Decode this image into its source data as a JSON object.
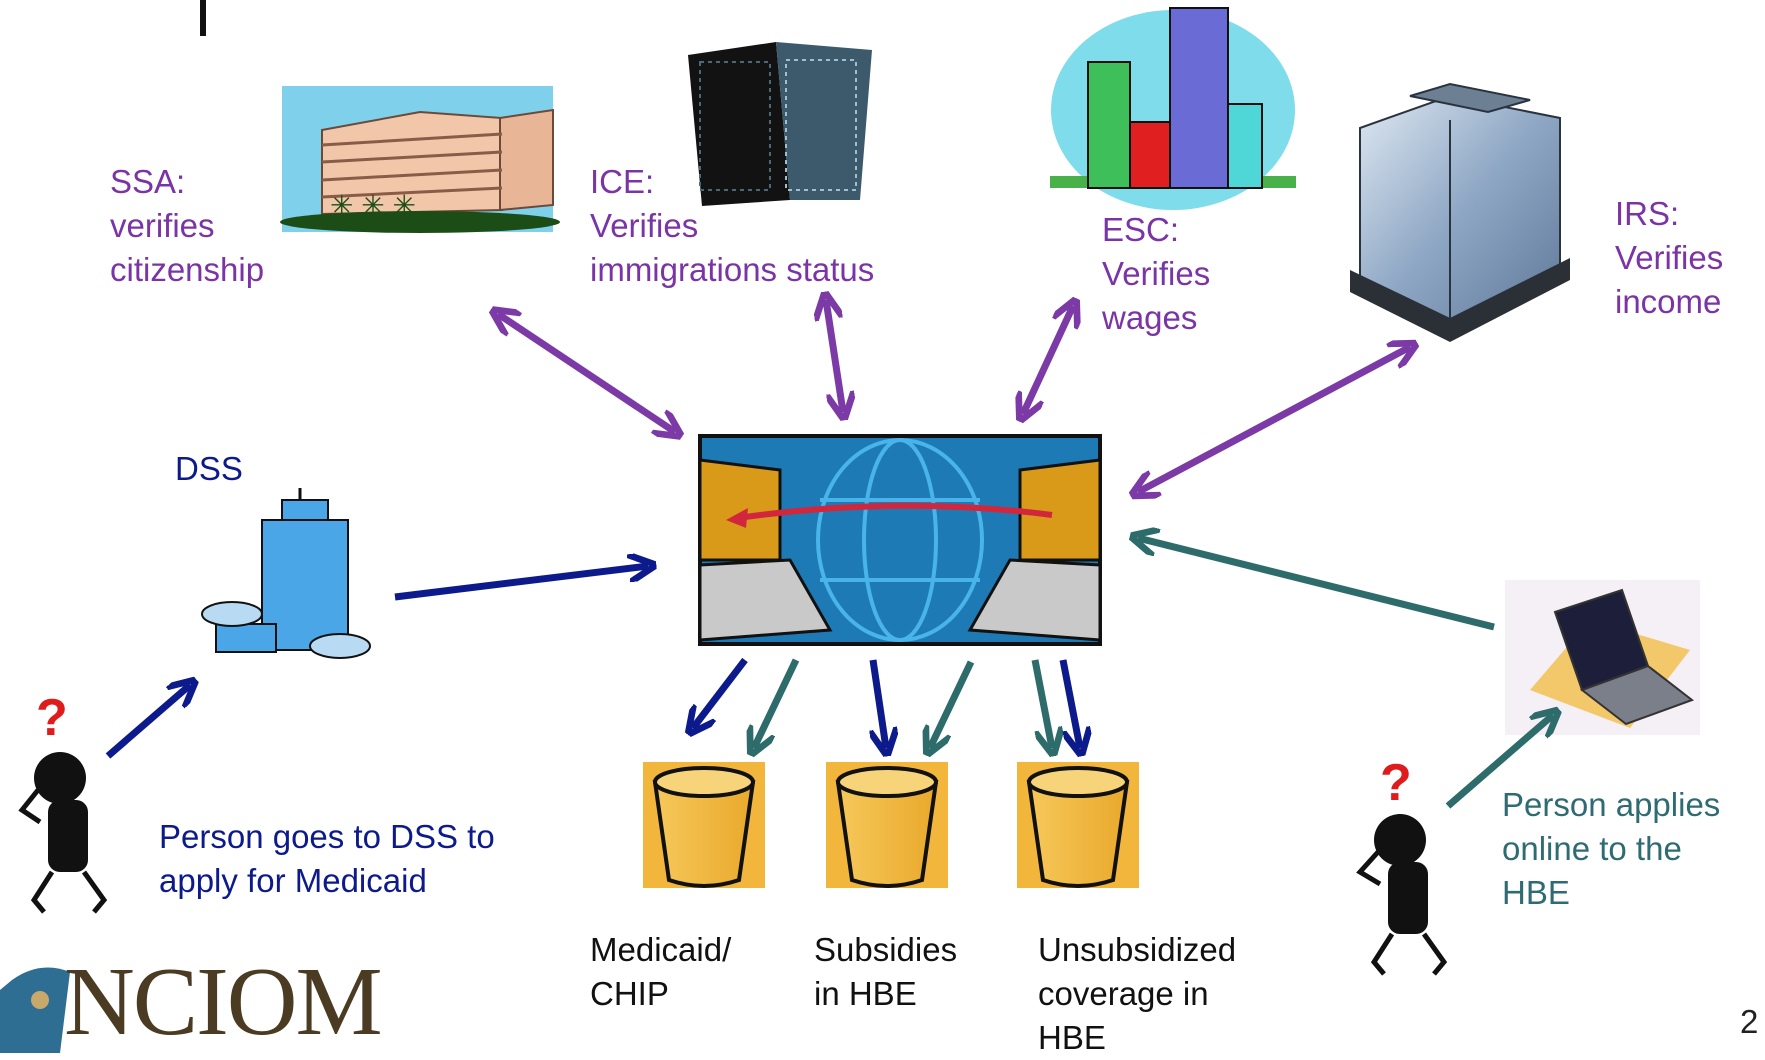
{
  "agencies": {
    "ssa": {
      "label": "SSA:\nverifies\ncitizenship"
    },
    "ice": {
      "label": "ICE:\nVerifies\nimmigrations status"
    },
    "esc": {
      "label": "ESC:\nVerifies\nwages"
    },
    "irs": {
      "label": "IRS:\nVerifies\nincome"
    },
    "dss": {
      "label": "DSS"
    }
  },
  "people": {
    "dss_applicant": {
      "label": "Person goes to DSS to\napply for Medicaid"
    },
    "online_applicant": {
      "label": "Person applies\nonline to the\nHBE"
    }
  },
  "outcomes": [
    {
      "label": "Medicaid/\nCHIP"
    },
    {
      "label": "Subsidies\nin HBE"
    },
    {
      "label": "Unsubsidized\ncoverage in\nHBE"
    }
  ],
  "logo": {
    "text": "NCIOM"
  },
  "page_number": "2",
  "colors": {
    "verification_arrows": "#7b3aa5",
    "dss_path": "#0d1a8c",
    "online_path": "#2e6b6b",
    "bucket": "#f2b63d"
  },
  "icons": [
    "office-building-icon",
    "skyscraper-icon",
    "city-skyline-icon",
    "glass-tower-icon",
    "dss-building-icon",
    "network-computers-icon",
    "bucket-icon",
    "confused-person-icon",
    "laptop-icon"
  ]
}
